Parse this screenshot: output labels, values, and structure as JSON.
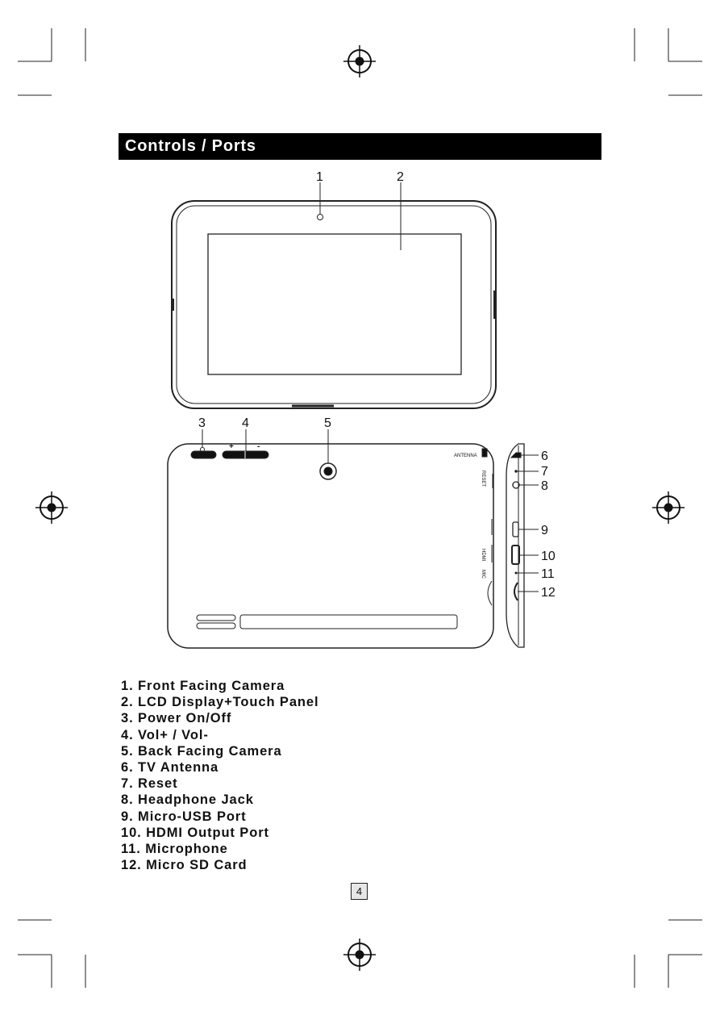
{
  "header": {
    "title": "Controls / Ports"
  },
  "callouts": [
    "1",
    "2",
    "3",
    "4",
    "5",
    "6",
    "7",
    "8",
    "9",
    "10",
    "11",
    "12"
  ],
  "back_panel": {
    "antenna_label": "ANTENNA",
    "vol_plus": "+",
    "vol_minus": "-",
    "side_labels": [
      "RESET",
      "HDMI",
      "MIC"
    ]
  },
  "legend": [
    "1. Front Facing Camera",
    "2. LCD Display+Touch Panel",
    "3. Power On/Off",
    "4. Vol+ / Vol-",
    "5. Back Facing Camera",
    "6. TV Antenna",
    "7. Reset",
    "8. Headphone Jack",
    "9. Micro-USB Port",
    "10. HDMI Output Port",
    "11. Microphone",
    "12. Micro SD Card"
  ],
  "page_number": "4"
}
